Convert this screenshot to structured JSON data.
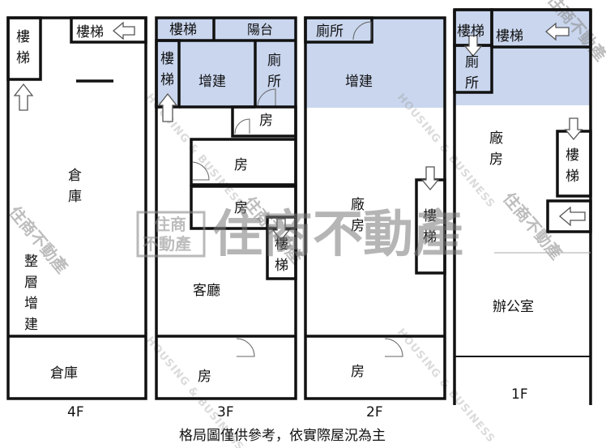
{
  "colors": {
    "annex_fill": "#c9d6ee",
    "wall": "#111111",
    "arrow_stroke": "#555555"
  },
  "floors": {
    "f4": {
      "label": "4F",
      "rooms": {
        "stairs_top": "樓梯",
        "stairs_left": "樓梯",
        "warehouse": "倉庫",
        "whole_floor_addition": "整層增建",
        "warehouse_bottom": "倉庫"
      }
    },
    "f3": {
      "label": "3F",
      "rooms": {
        "stairs_top": "樓梯",
        "balcony": "陽台",
        "stairs_left": "樓梯",
        "addition": "增建",
        "toilet": "廁所",
        "room_a": "房",
        "room_b": "房",
        "room_c": "房",
        "stairs_mid": "樓梯",
        "living_room": "客廳",
        "room_bottom": "房"
      }
    },
    "f2": {
      "label": "2F",
      "rooms": {
        "toilet": "廁所",
        "addition": "增建",
        "factory": "廠房",
        "stairs": "樓梯",
        "room_bottom": "房"
      }
    },
    "f1": {
      "label": "1F",
      "rooms": {
        "stairs_a": "樓梯",
        "stairs_b": "樓梯",
        "toilet": "廁所",
        "factory": "廠房",
        "stairs_right": "樓梯",
        "office": "辦公室"
      }
    }
  },
  "watermark": {
    "center_line1": "住商",
    "center_line2": "不動產",
    "center_big": "住商不動產",
    "small_tag1": "住商",
    "small_tag2": "不動產",
    "small_repeat": "住商不動產",
    "english": "HOUSING & BUSINESS"
  },
  "caption": "格局圖僅供參考，依實際屋況為主"
}
